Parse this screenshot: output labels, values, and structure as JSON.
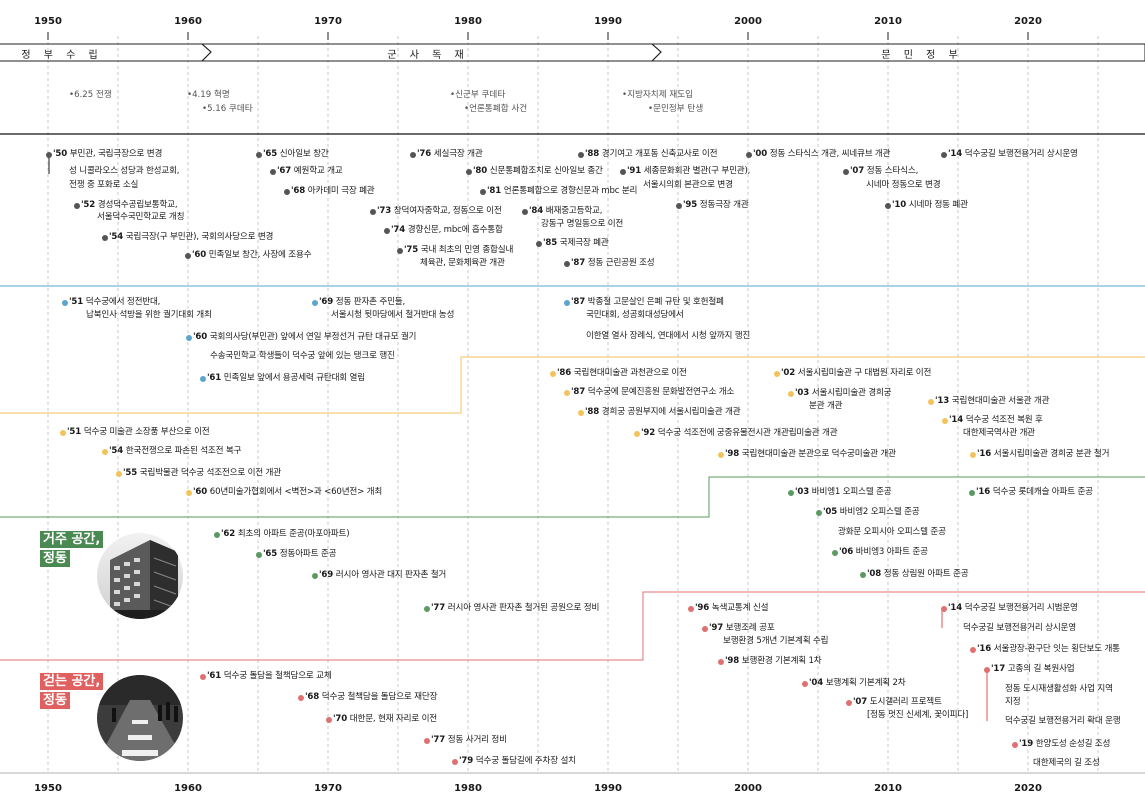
{
  "years": [
    "1950",
    "1960",
    "1970",
    "1980",
    "1990",
    "2000",
    "2010",
    "2020"
  ],
  "eras": [
    "정 부 수 립",
    "군 사 독 재",
    "문 민 정 부"
  ],
  "history": [
    {
      "text": "•6.25 전쟁"
    },
    {
      "text": "•4.19 혁명"
    },
    {
      "text": "•5.16 쿠데타"
    },
    {
      "text": "•신군부 쿠데타"
    },
    {
      "text": "•언론통폐합 사건"
    },
    {
      "text": "•지방자치제 재도입"
    },
    {
      "text": "•문민정부 탄생"
    }
  ],
  "badges": {
    "housing": [
      "거주 공간,",
      "정동"
    ],
    "walking": [
      "걷는 공간,",
      "정동"
    ]
  },
  "colors": {
    "blue": "#5aa6cf",
    "yellow": "#f3c25c",
    "green": "#5a9a62",
    "red": "#e07070",
    "gray": "#555555"
  },
  "events": [
    {
      "c": "gray",
      "yr": "'50",
      "t": "부민관, 국립극장으로 변경"
    },
    {
      "c": "none",
      "yr": "",
      "t": "성 니콜라오스 성당과 한성교회,"
    },
    {
      "c": "none",
      "yr": "",
      "t": "전쟁 중 포화로 소실"
    },
    {
      "c": "gray",
      "yr": "'52",
      "t": "경성덕수공립보통학교,"
    },
    {
      "c": "none",
      "yr": "",
      "t": "서울덕수국민학교로 개칭"
    },
    {
      "c": "gray",
      "yr": "'54",
      "t": "국립극장(구 부민관), 국회의사당으로 변경"
    },
    {
      "c": "gray",
      "yr": "'60",
      "t": "민족일보 창간, 사장에 조용수"
    },
    {
      "c": "gray",
      "yr": "'65",
      "t": "신아일보 창간"
    },
    {
      "c": "gray",
      "yr": "'67",
      "t": "예원학교 개교"
    },
    {
      "c": "gray",
      "yr": "'68",
      "t": "아카데미 극장 폐관"
    },
    {
      "c": "gray",
      "yr": "'73",
      "t": "창덕여자중학교, 정동으로 이전"
    },
    {
      "c": "gray",
      "yr": "'74",
      "t": "경향신문, mbc에 흡수통합"
    },
    {
      "c": "gray",
      "yr": "'75",
      "t": "국내 최초의 민영 종합실내"
    },
    {
      "c": "none",
      "yr": "",
      "t": "체육관, 문화체육관 개관"
    },
    {
      "c": "gray",
      "yr": "'76",
      "t": "세실극장 개관"
    },
    {
      "c": "gray",
      "yr": "'80",
      "t": "신문통폐합조치로 신아일보 종간"
    },
    {
      "c": "gray",
      "yr": "'81",
      "t": "언론통폐합으로 경향신문과 mbc 분리"
    },
    {
      "c": "gray",
      "yr": "'84",
      "t": "배재중고등학교,"
    },
    {
      "c": "none",
      "yr": "",
      "t": "강동구 명일동으로 이전"
    },
    {
      "c": "gray",
      "yr": "'85",
      "t": "국제극장 폐관"
    },
    {
      "c": "gray",
      "yr": "'87",
      "t": "정동 근린공원 조성"
    },
    {
      "c": "gray",
      "yr": "'88",
      "t": "경기여고 개포동 신축교사로 이전"
    },
    {
      "c": "gray",
      "yr": "'91",
      "t": "세종문화회관 별관(구 부민관),"
    },
    {
      "c": "none",
      "yr": "",
      "t": "서울시의회 본관으로 변경"
    },
    {
      "c": "gray",
      "yr": "'95",
      "t": "정동극장 개관"
    },
    {
      "c": "gray",
      "yr": "'00",
      "t": "정동 스타식스 개관, 씨네큐브 개관"
    },
    {
      "c": "gray",
      "yr": "'07",
      "t": "정동 스타식스,"
    },
    {
      "c": "none",
      "yr": "",
      "t": "시네마 정동으로 변경"
    },
    {
      "c": "gray",
      "yr": "'10",
      "t": "시네마 정동 폐관"
    },
    {
      "c": "gray",
      "yr": "'14",
      "t": "덕수궁길 보행전용거리 상시운영"
    },
    {
      "c": "blue",
      "yr": "'51",
      "t": "덕수궁에서 정전반대,"
    },
    {
      "c": "none",
      "yr": "",
      "t": "납북인사 석방을 위한 궐기대회 개최"
    },
    {
      "c": "blue",
      "yr": "'60",
      "t": "국회의사당(부민관) 앞에서 연일 부정선거 규탄 대규모 궐기"
    },
    {
      "c": "none",
      "yr": "",
      "t": "수송국민학교 학생들이  덕수궁 앞에 있는 탱크로 행진"
    },
    {
      "c": "blue",
      "yr": "'61",
      "t": "민족일보 앞에서 용공세력 규탄대회 열림"
    },
    {
      "c": "blue",
      "yr": "'69",
      "t": "정동 판자촌 주민들,"
    },
    {
      "c": "none",
      "yr": "",
      "t": "서울시청 뒷마당에서 철거반대 농성"
    },
    {
      "c": "blue",
      "yr": "'87",
      "t": "박종철 고문살인 은폐 규탄 및 호헌철폐"
    },
    {
      "c": "none",
      "yr": "",
      "t": "국민대회, 성공회대성당에서"
    },
    {
      "c": "none",
      "yr": "",
      "t": "이한열 열사 장례식, 연대에서 시청 앞까지 행진"
    },
    {
      "c": "yellow",
      "yr": "'51",
      "t": "덕수궁 미술관 소장품 부산으로 이전"
    },
    {
      "c": "yellow",
      "yr": "'54",
      "t": "한국전쟁으로 파손된 석조전 복구"
    },
    {
      "c": "yellow",
      "yr": "'55",
      "t": "국립박물관 덕수궁 석조전으로 이전 개관"
    },
    {
      "c": "yellow",
      "yr": "'60",
      "t": "60년미술가협회에서 <벽전>과 <60년전> 개최"
    },
    {
      "c": "yellow",
      "yr": "'86",
      "t": "국립현대미술관 과천관으로 이전"
    },
    {
      "c": "yellow",
      "yr": "'87",
      "t": "덕수궁에 문예진흥원 문화발전연구소 개소"
    },
    {
      "c": "yellow",
      "yr": "'88",
      "t": "경희궁 공원부지에 서울시립미술관 개관"
    },
    {
      "c": "yellow",
      "yr": "'92",
      "t": "덕수궁 석조전에 궁중유물전시관 개관립미술관 개관"
    },
    {
      "c": "yellow",
      "yr": "'98",
      "t": "국립현대미술관 분관으로 덕수궁미술관 개관"
    },
    {
      "c": "yellow",
      "yr": "'02",
      "t": "서울시립미술관 구 대법원 자리로 이전"
    },
    {
      "c": "yellow",
      "yr": "'03",
      "t": "서울시립미술관 경희궁"
    },
    {
      "c": "none",
      "yr": "",
      "t": "분관 개관"
    },
    {
      "c": "yellow",
      "yr": "'13",
      "t": "국립현대미술관 서울관 개관"
    },
    {
      "c": "yellow",
      "yr": "'14",
      "t": "덕수궁 석조전 복원 후"
    },
    {
      "c": "none",
      "yr": "",
      "t": "대한제국역사관 개관"
    },
    {
      "c": "yellow",
      "yr": "'16",
      "t": "서울시립미술관 경희궁 분관 철거"
    },
    {
      "c": "green",
      "yr": "'62",
      "t": "최초의 아파트 준공(마포아파트)"
    },
    {
      "c": "green",
      "yr": "'65",
      "t": "정동아파트 준공"
    },
    {
      "c": "green",
      "yr": "'69",
      "t": "러시아 영사관 대지 판자촌 철거"
    },
    {
      "c": "green",
      "yr": "'77",
      "t": "러시아 영사관 판자촌 철거된 공원으로 정비"
    },
    {
      "c": "green",
      "yr": "'03",
      "t": "바비엥1 오피스텔 준공"
    },
    {
      "c": "green",
      "yr": "'05",
      "t": "바비엥2 오피스텔 준공"
    },
    {
      "c": "none",
      "yr": "",
      "t": "광화문 오피시아 오피스텔 준공"
    },
    {
      "c": "green",
      "yr": "'06",
      "t": "바비엥3 아파트 준공"
    },
    {
      "c": "green",
      "yr": "'08",
      "t": "정동 상림원 아파트 준공"
    },
    {
      "c": "green",
      "yr": "'16",
      "t": "덕수궁 롯데캐슬 아파트 준공"
    },
    {
      "c": "red",
      "yr": "'61",
      "t": "덕수궁 돌담을 철책담으로 교체"
    },
    {
      "c": "red",
      "yr": "'68",
      "t": "덕수궁 철책담을 돌담으로 재단장"
    },
    {
      "c": "red",
      "yr": "'70",
      "t": "대한문, 현재 자리로 이전"
    },
    {
      "c": "red",
      "yr": "'77",
      "t": "정동 사거리 정비"
    },
    {
      "c": "red",
      "yr": "'79",
      "t": "덕수궁 돌담길에 주차장 설치"
    },
    {
      "c": "red",
      "yr": "'96",
      "t": "녹색교통계 신설"
    },
    {
      "c": "red",
      "yr": "'97",
      "t": "보행조례 공포"
    },
    {
      "c": "none",
      "yr": "",
      "t": "보행환경 5개년 기본계획 수립"
    },
    {
      "c": "red",
      "yr": "'98",
      "t": "보행환경 기본계획 1차"
    },
    {
      "c": "red",
      "yr": "'04",
      "t": "보행계획 기본계획 2차"
    },
    {
      "c": "red",
      "yr": "'07",
      "t": "도시갤러리 프로젝트"
    },
    {
      "c": "none",
      "yr": "",
      "t": "[정동 멋진 신세계, 꽃이피다]"
    },
    {
      "c": "red",
      "yr": "'14",
      "t": "덕수궁길 보행전용거리 시범운영"
    },
    {
      "c": "none",
      "yr": "",
      "t": "덕수궁길 보행전용거리 상시운영"
    },
    {
      "c": "red",
      "yr": "'16",
      "t": "서울광장-환구단 잇는 횡단보도 개통"
    },
    {
      "c": "red",
      "yr": "'17",
      "t": "고종의 길 복원사업"
    },
    {
      "c": "none",
      "yr": "",
      "t": "정동 도시재생활성화 사업 지역"
    },
    {
      "c": "none",
      "yr": "",
      "t": "지정"
    },
    {
      "c": "none",
      "yr": "",
      "t": "덕수궁길 보행전용거리 확대 운행"
    },
    {
      "c": "red",
      "yr": "'19",
      "t": "한양도성 순성길 조성"
    },
    {
      "c": "none",
      "yr": "",
      "t": "대한제국의 길 조성"
    }
  ]
}
